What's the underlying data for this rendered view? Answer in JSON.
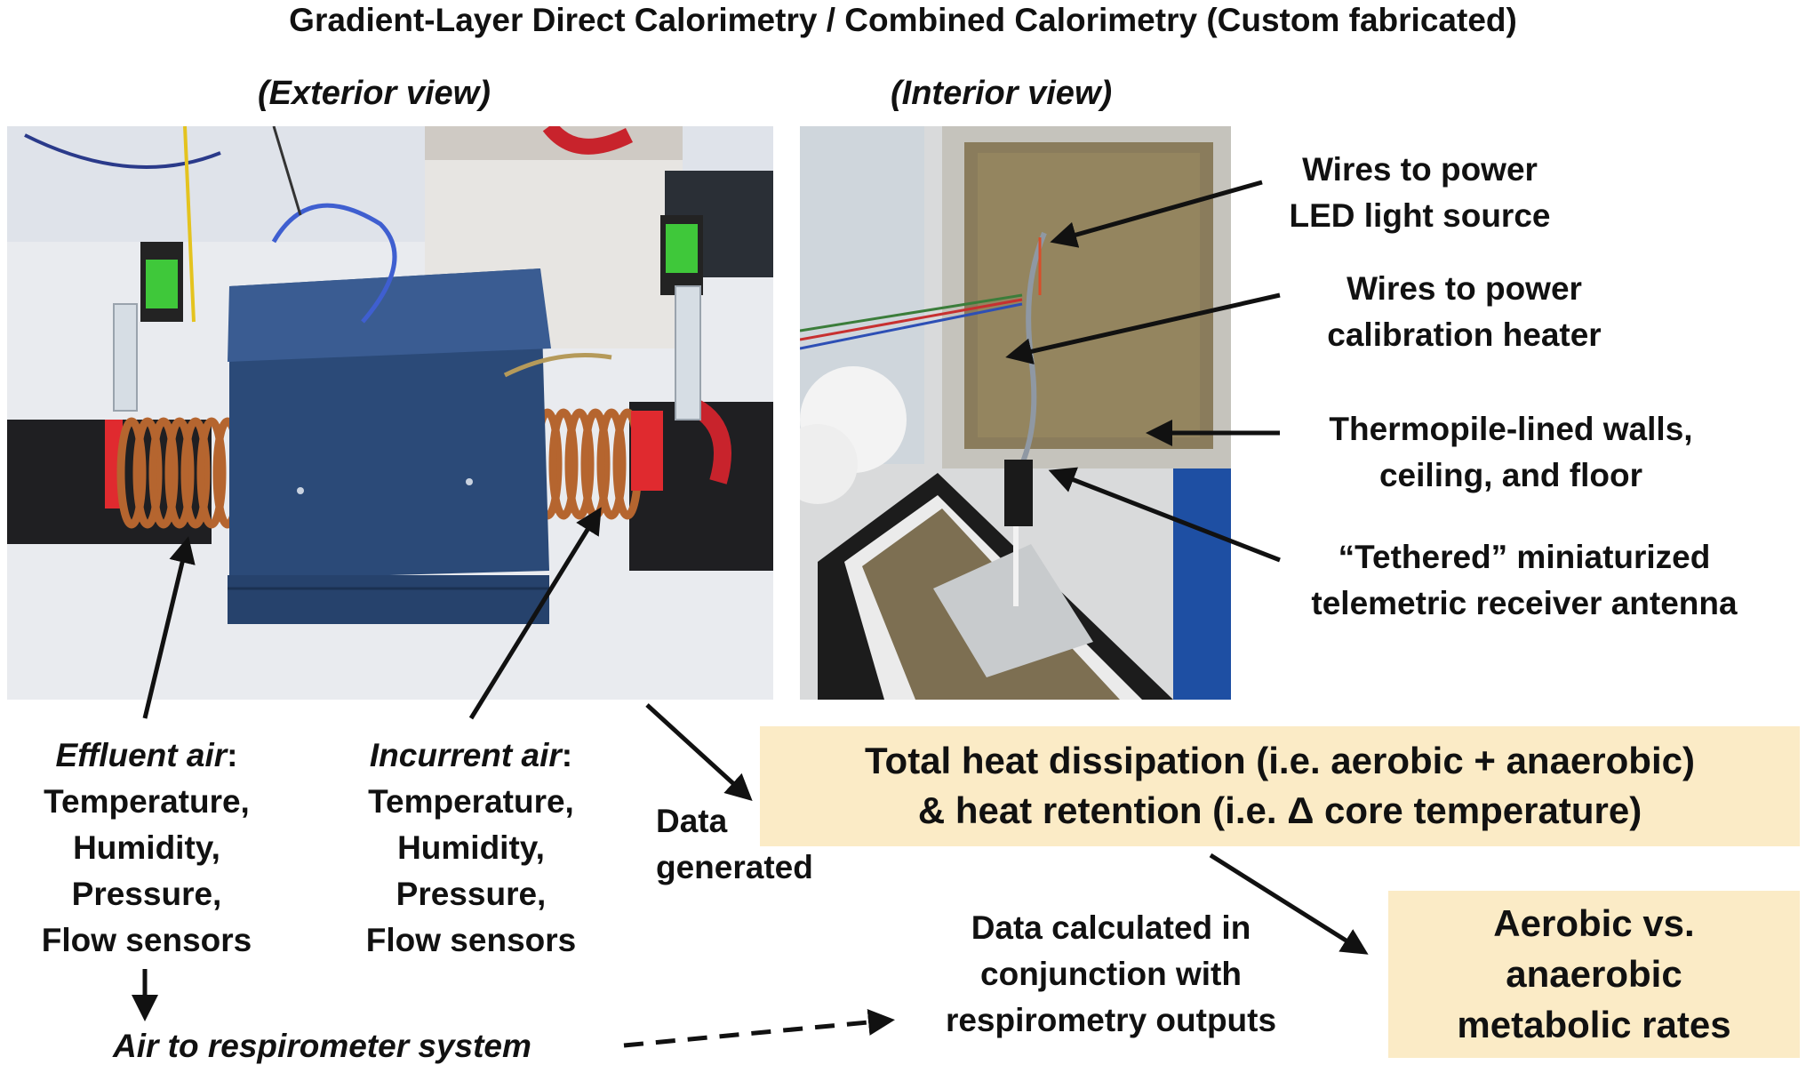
{
  "title": "Gradient-Layer Direct Calorimetry / Combined Calorimetry (Custom fabricated)",
  "exterior": {
    "label": "(Exterior view)",
    "effluent": {
      "name": "Effluent air",
      "colon": ":",
      "lines": [
        "Temperature,",
        "Humidity,",
        "Pressure,",
        "Flow sensors"
      ]
    },
    "incurrent": {
      "name": "Incurrent air",
      "colon": ":",
      "lines": [
        "Temperature,",
        "Humidity,",
        "Pressure,",
        "Flow sensors"
      ]
    },
    "air_to_respirometer": "Air to respirometer system"
  },
  "interior": {
    "label": "(Interior view)",
    "callouts": [
      {
        "lines": [
          "Wires to power",
          "LED light source"
        ]
      },
      {
        "lines": [
          "Wires to power",
          "calibration heater"
        ]
      },
      {
        "lines": [
          "Thermopile-lined walls,",
          "ceiling, and floor"
        ]
      },
      {
        "lines": [
          "“Tethered” miniaturized",
          "telemetric receiver antenna"
        ]
      }
    ]
  },
  "data_generated": [
    "Data",
    "generated"
  ],
  "heat_box": [
    "Total heat dissipation (i.e. aerobic + anaerobic)",
    "& heat retention (i.e. Δ core temperature)"
  ],
  "data_calculated": [
    "Data calculated in",
    "conjunction with",
    "respirometry outputs"
  ],
  "metabolic_box": [
    "Aerobic vs.",
    "anaerobic",
    "metabolic rates"
  ],
  "colors": {
    "box_fill": "#fbebc6",
    "text": "#111111",
    "chamber_blue": "#2b4a78",
    "copper": "#b5652f",
    "green_sensor": "#3fc83a"
  }
}
